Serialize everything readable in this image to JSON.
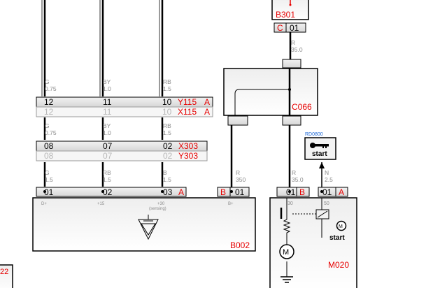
{
  "wires": {
    "left": {
      "g_label": "G",
      "g_size": "0.75",
      "bv_label": "BY",
      "bv_size": "1.0",
      "rb_label": "RB",
      "rb_size": "1.5"
    },
    "mid": {
      "g_label": "G",
      "g_size": "0.75",
      "bv_label": "BY",
      "bv_size": "1.0",
      "rb_label": "RB",
      "rb_size": "1.5"
    },
    "bottom": {
      "g_label": "G",
      "g_size": "1.5",
      "rb_label": "RB",
      "rb_size": "1.5",
      "b_label": "B",
      "b_size": "1.5"
    },
    "top_right": {
      "label": "R",
      "size": "35.0"
    },
    "c066_left": {
      "label": "R",
      "size": "350"
    },
    "c066_right": {
      "label": "R",
      "size": "35.0"
    },
    "start_wire": {
      "label": "N",
      "size": "2.5"
    }
  },
  "connectors": {
    "y115": {
      "pins": [
        "12",
        "11",
        "10"
      ],
      "name": "Y115",
      "side": "A"
    },
    "x115": {
      "pins": [
        "12",
        "11",
        "10"
      ],
      "name": "X115",
      "side": "A"
    },
    "x303": {
      "pins": [
        "08",
        "07",
        "02"
      ],
      "name": "X303"
    },
    "y303": {
      "pins": [
        "08",
        "07",
        "02"
      ],
      "name": "Y303"
    },
    "b002_row": {
      "pins": [
        "01",
        "02",
        "03"
      ],
      "side": "A"
    },
    "b_conn": {
      "letter": "B",
      "pin": "01"
    },
    "m020_b": {
      "pin": "01",
      "side": "B"
    },
    "m020_a": {
      "pin": "01",
      "side": "A"
    },
    "c301": {
      "letter": "C",
      "pin": "01"
    }
  },
  "components": {
    "b301": "B301",
    "c066": "C066",
    "b002": "B002",
    "m020": "M020",
    "b002_terms": [
      "D+",
      "+15",
      "+30",
      "(sensing)",
      "B+"
    ],
    "m020_terms": [
      "30",
      "50"
    ],
    "start_ref": "RD0800",
    "start_text": "start",
    "motor_start_text": "start",
    "m_letter": "M",
    "edge_label": "22"
  }
}
